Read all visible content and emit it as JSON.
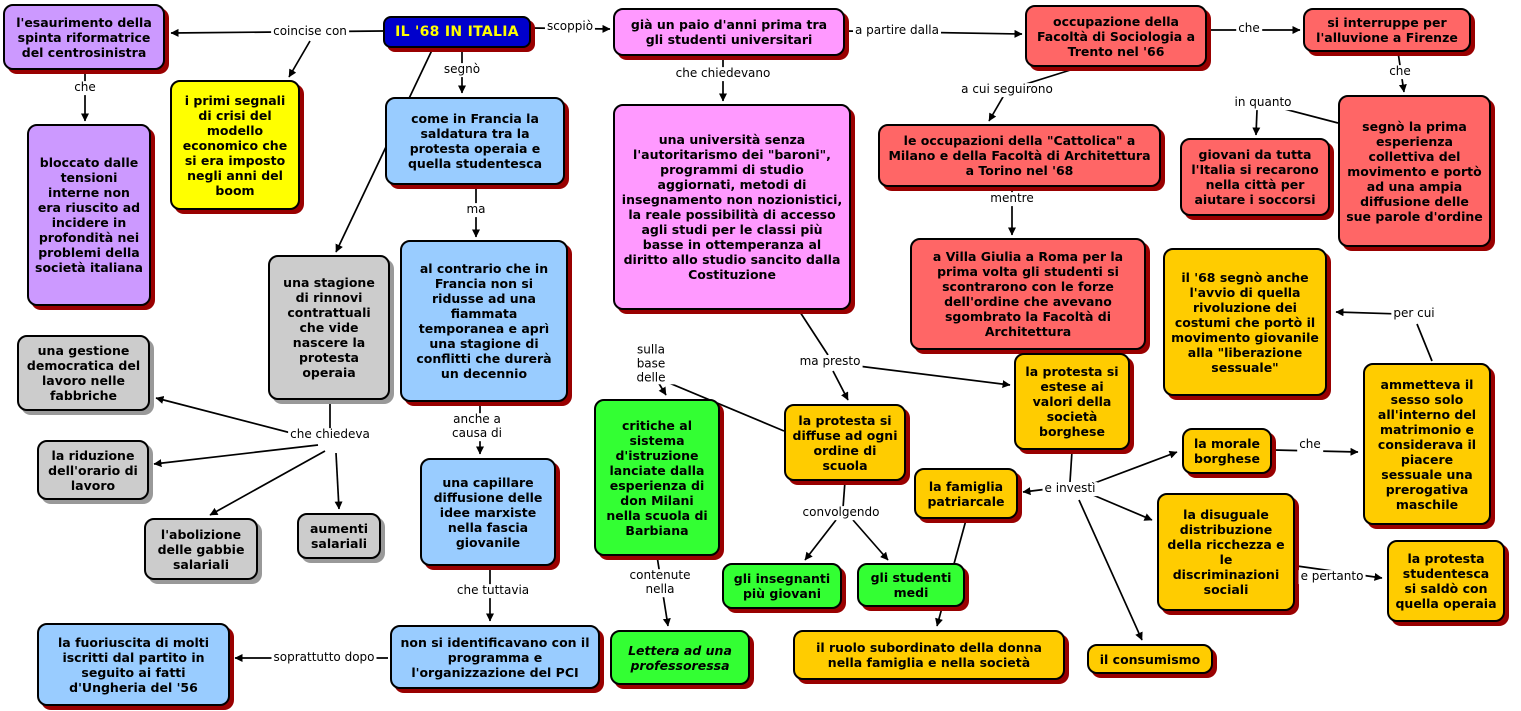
{
  "title_node": {
    "text": "IL '68 IN ITALIA"
  },
  "nodes": {
    "esaurimento": {
      "text": "l'esaurimento della spinta riformatrice del centrosinistra"
    },
    "bloccato": {
      "text": "bloccato dalle tensioni interne non era riuscito ad incidere in profondità nei problemi della società italiana"
    },
    "primi_segnali": {
      "text": "i primi segnali di crisi del modello economico che si era imposto negli anni del boom"
    },
    "come_in_francia": {
      "text": "come in Francia la saldatura tra la protesta operaia e quella studentesca"
    },
    "gia_un_paio": {
      "text": "già un paio d'anni prima tra gli studenti universitari"
    },
    "occupazione": {
      "text": "occupazione della Facoltà di Sociologia a Trento nel '66"
    },
    "si_interruppe": {
      "text": "si interruppe per l'alluvione a Firenze"
    },
    "segno_la_prima": {
      "text": "segnò la prima esperienza collettiva del movimento e portò ad una ampia diffusione delle sue parole d'ordine"
    },
    "giovani": {
      "text": "giovani da tutta l'Italia si recarono nella città per aiutare i soccorsi"
    },
    "occupazioni_cattolica": {
      "text": "le occupazioni della \"Cattolica\" a Milano e della Facoltà di Architettura a Torino nel '68"
    },
    "villa_giulia": {
      "text": "a Villa Giulia a Roma per la prima volta gli studenti si scontrarono con le forze dell'ordine che avevano sgombrato la Facoltà di Architettura"
    },
    "universita": {
      "text": "una università senza l'autoritarismo dei \"baroni\", programmi di studio aggiornati, metodi di insegnamento non nozionistici, la reale possibilità di accesso agli studi per le classi più basse in ottemperanza al diritto allo studio sancito dalla Costituzione"
    },
    "stagione_rinnovi": {
      "text": "una stagione di rinnovi contrattuali che vide nascere la protesta operaia"
    },
    "al_contrario": {
      "text": "al contrario che in Francia non si ridusse ad una fiammata temporanea e aprì una stagione di conflitti che durerà un decennio"
    },
    "gestione": {
      "text": "una gestione democratica del lavoro nelle fabbriche"
    },
    "riduzione": {
      "text": "la riduzione dell'orario di lavoro"
    },
    "abolizione": {
      "text": "l'abolizione delle gabbie salariali"
    },
    "aumenti": {
      "text": "aumenti salariali"
    },
    "capillare": {
      "text": "una capillare diffusione delle idee marxiste nella fascia giovanile"
    },
    "non_identificavano": {
      "text": "non si identificavano con il programma e l'organizzazione del PCI"
    },
    "fuoriuscita": {
      "text": "la fuoriuscita di molti iscritti dal partito in seguito ai fatti d'Ungheria del '56"
    },
    "critiche": {
      "text": "critiche al sistema d'istruzione lanciate dalla esperienza di don Milani nella scuola di Barbiana"
    },
    "lettera": {
      "text": "Lettera ad una professoressa"
    },
    "protesta_diffuse": {
      "text": "la protesta si diffuse ad ogni ordine di scuola"
    },
    "insegnanti": {
      "text": "gli insegnanti più giovani"
    },
    "studenti_medi": {
      "text": "gli studenti medi"
    },
    "protesta_estese": {
      "text": "la protesta si estese ai valori della società borghese"
    },
    "famiglia": {
      "text": "la famiglia patriarcale"
    },
    "il68_segno_anche": {
      "text": "il '68 segnò anche l'avvio di quella rivoluzione dei costumi che portò il movimento giovanile alla \"liberazione sessuale\""
    },
    "morale": {
      "text": "la morale borghese"
    },
    "ammetteva": {
      "text": "ammetteva il sesso solo all'interno del matrimonio e considerava il piacere sessuale una prerogativa maschile"
    },
    "disuguale": {
      "text": "la disuguale distribuzione della ricchezza e le discriminazioni sociali"
    },
    "protesta_saldo": {
      "text": "la protesta studentesca si saldò con quella operaia"
    },
    "ruolo_donna": {
      "text": "il ruolo subordinato della donna nella famiglia e nella società"
    },
    "consumismo": {
      "text": "il consumismo"
    }
  },
  "edge_labels": {
    "coincise_con": "coincise con",
    "scoppio": "scoppiò",
    "segno": "segnò",
    "che_1": "che",
    "a_partire_dalla": "a partire dalla",
    "che_2": "che",
    "che_3": "che",
    "in_quanto": "in quanto",
    "a_cui_seguirono": "a cui seguirono",
    "che_chiedevano": "che chiedevano",
    "mentre": "mentre",
    "ma": "ma",
    "ma_presto": "ma presto",
    "sulla_base_delle": "sulla base delle",
    "che_chiedeva": "che chiedeva",
    "anche_a_causa_di": "anche a causa di",
    "che_tuttavia": "che tuttavia",
    "soprattutto_dopo": "soprattutto dopo",
    "contenute_nella": "contenute nella",
    "convolgendo": "convolgendo",
    "e_investi": "e investì",
    "che_4": "che",
    "per_cui": "per cui",
    "e_pertanto": "e pertanto"
  },
  "colors": {
    "boxes": {
      "purple": "#cc99ff",
      "yellow": "#ffff00",
      "blue": "#99ccff",
      "pink": "#ff99ff",
      "red": "#ff6666",
      "gray": "#cccccc",
      "green": "#33ff33",
      "orange": "#ffcc00",
      "titleblue": "#0000cc"
    },
    "title_text": "#ffff00",
    "shadow": "#990000",
    "shadow_gray": "#999999",
    "line": "#000000"
  }
}
